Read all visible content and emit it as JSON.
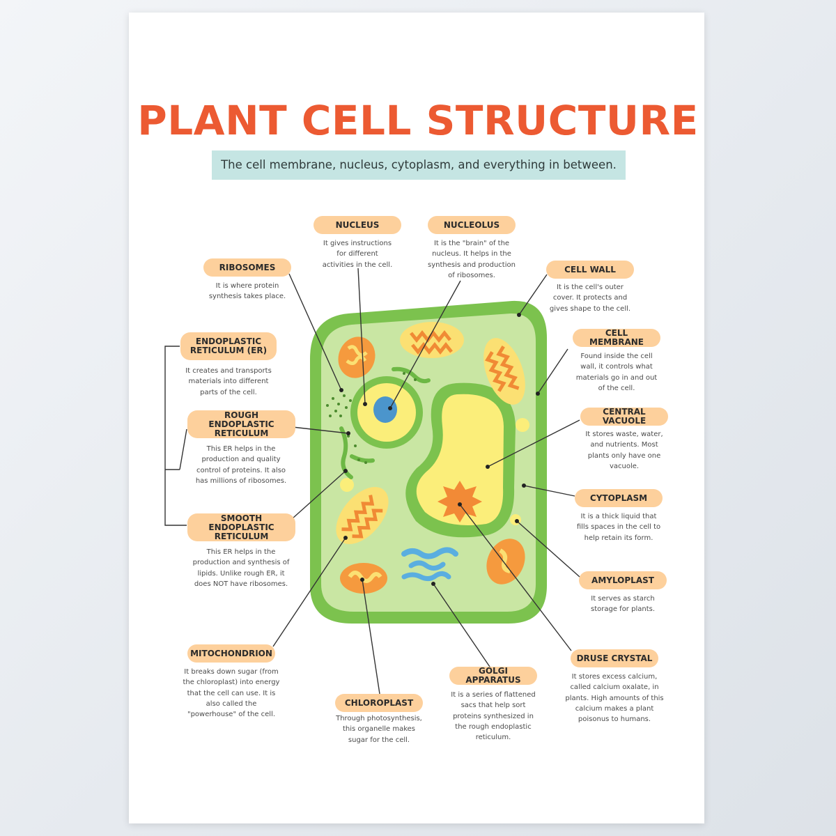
{
  "title": "PLANT CELL STRUCTURE",
  "subtitle": "The cell membrane, nucleus, cytoplasm, and everything in between.",
  "labels": {
    "nucleus": {
      "name": "NUCLEUS",
      "desc": "It gives instructions\nfor different\nactivities in the cell."
    },
    "nucleolus": {
      "name": "NUCLEOLUS",
      "desc": "It is the \"brain\" of the\nnucleus. It helps in the\nsynthesis and production\nof ribosomes."
    },
    "ribosomes": {
      "name": "RIBOSOMES",
      "desc": "It is where protein\nsynthesis takes place."
    },
    "cell_wall": {
      "name": "CELL WALL",
      "desc": "It is the cell's outer\ncover. It protects and\ngives shape to the cell."
    },
    "er": {
      "name": "ENDOPLASTIC\nRETICULUM (ER)",
      "desc": "It creates and transports\nmaterials into different\nparts of the cell."
    },
    "cell_membrane": {
      "name": "CELL MEMBRANE",
      "desc": "Found inside the cell\nwall, it controls what\nmaterials go in and out\nof the cell."
    },
    "rough_er": {
      "name": "ROUGH ENDOPLASTIC\nRETICULUM",
      "desc": "This ER helps in the\nproduction and quality\ncontrol of proteins. It also\nhas millions of ribosomes."
    },
    "central_vacuole": {
      "name": "CENTRAL VACUOLE",
      "desc": "It stores waste, water,\nand nutrients. Most\nplants only have one\nvacuole."
    },
    "cytoplasm": {
      "name": "CYTOPLASM",
      "desc": "It is a thick liquid that\nfills spaces in the cell to\nhelp retain its form."
    },
    "smooth_er": {
      "name": "SMOOTH ENDOPLASTIC\nRETICULUM",
      "desc": "This ER helps in the\nproduction and synthesis of\nlipids. Unlike rough ER, it\ndoes NOT have ribosomes."
    },
    "amyloplast": {
      "name": "AMYLOPLAST",
      "desc": "It serves as starch\nstorage for plants."
    },
    "mitochondrion": {
      "name": "MITOCHONDRION",
      "desc": "It breaks down sugar (from\nthe chloroplast) into energy\nthat the cell can use. It is\nalso called the\n\"powerhouse\" of the cell."
    },
    "druse_crystal": {
      "name": "DRUSE CRYSTAL",
      "desc": "It stores excess calcium,\ncalled calcium oxalate, in\nplants. High amounts of this\ncalcium makes a plant\npoisonus to humans."
    },
    "golgi": {
      "name": "GOLGI APPARATUS",
      "desc": "It is a series of flattened\nsacs that help sort\nproteins synthesized in\nthe rough endoplastic\nreticulum."
    },
    "chloroplast": {
      "name": "CHLOROPLAST",
      "desc": "Through photosynthesis,\nthis organelle makes\nsugar for the cell."
    }
  },
  "colors": {
    "title": "#ec5a32",
    "subtitle_band": "#c5e5e3",
    "pill": "#fdd09c",
    "cell_wall": "#78c04c",
    "cytoplasm": "#c8e6a2",
    "vacuole": "#fbee7a",
    "nucleolus": "#4b95cc",
    "chloroplast_outer": "#fbe073",
    "chloroplast_inner": "#f08a35",
    "mitochondrion": "#f59a3e",
    "golgi": "#5aaee0"
  }
}
